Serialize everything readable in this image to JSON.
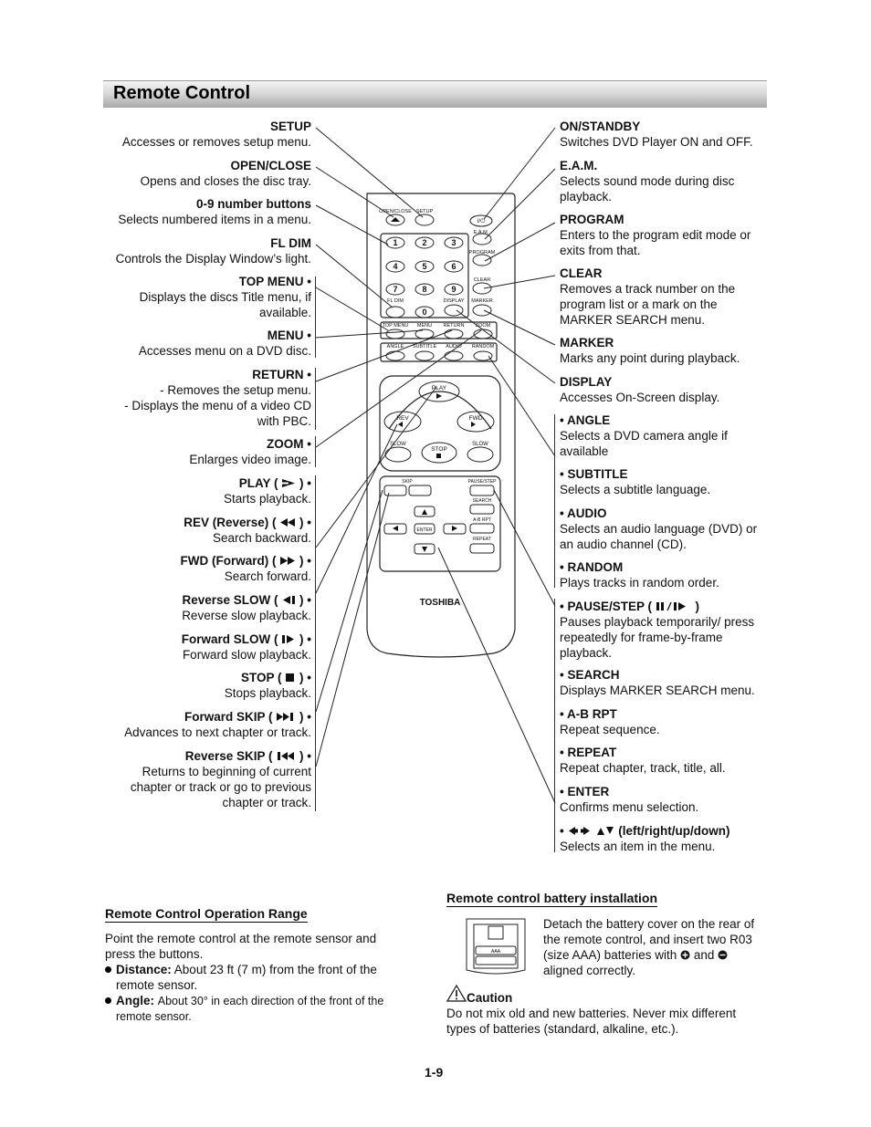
{
  "page_title": "Remote Control",
  "left_labels": [
    {
      "label": "SETUP",
      "lines": [
        "Accesses or removes setup menu."
      ]
    },
    {
      "label": "OPEN/CLOSE",
      "lines": [
        "Opens and closes the disc tray."
      ]
    },
    {
      "label": "0-9 number buttons",
      "lines": [
        "Selects numbered items in a menu."
      ]
    },
    {
      "label": "FL DIM",
      "lines": [
        "Controls the Display Window’s light."
      ]
    },
    {
      "label": "TOP MENU •",
      "lines": [
        "Displays the discs Title menu, if",
        "available."
      ]
    },
    {
      "label": "MENU •",
      "lines": [
        "Accesses menu on a DVD disc."
      ]
    },
    {
      "label": "RETURN •",
      "lines": [
        "- Removes the setup menu.",
        "- Displays the menu of a video CD",
        "with PBC."
      ]
    },
    {
      "label": "ZOOM •",
      "lines": [
        "Enlarges video image."
      ]
    },
    {
      "label_pre": "PLAY (",
      "label_post": ") •",
      "icon": "play-icon",
      "lines": [
        "Starts playback."
      ]
    },
    {
      "label_pre": "REV (Reverse) (",
      "label_post": ") •",
      "icon": "rewind-icon",
      "lines": [
        "Search backward."
      ]
    },
    {
      "label_pre": "FWD (Forward) (",
      "label_post": ") •",
      "icon": "fast-forward-icon",
      "lines": [
        "Search forward."
      ]
    },
    {
      "label_pre": "Reverse SLOW (",
      "label_post": ") •",
      "icon": "reverse-slow-icon",
      "lines": [
        "Reverse slow playback."
      ]
    },
    {
      "label_pre": "Forward SLOW (",
      "label_post": ") •",
      "icon": "forward-slow-icon",
      "lines": [
        "Forward slow playback."
      ]
    },
    {
      "label_pre": "STOP (",
      "label_post": ") •",
      "icon": "stop-icon",
      "lines": [
        "Stops playback."
      ]
    },
    {
      "label_pre": "Forward SKIP (",
      "label_post": ") •",
      "icon": "skip-forward-icon",
      "lines": [
        "Advances to next chapter or track."
      ]
    },
    {
      "label_pre": "Reverse SKIP (",
      "label_post": ") •",
      "icon": "skip-back-icon",
      "lines": [
        "Returns to beginning of current",
        "chapter or track or go to previous",
        "chapter or track."
      ]
    }
  ],
  "right_labels": [
    {
      "label": "ON/STANDBY",
      "lines": [
        "Switches DVD Player ON and OFF."
      ]
    },
    {
      "label": "E.A.M.",
      "lines": [
        "Selects sound mode during disc",
        "playback."
      ]
    },
    {
      "label": "PROGRAM",
      "lines": [
        "Enters to the program edit mode or",
        "exits from that."
      ]
    },
    {
      "label": "CLEAR",
      "lines": [
        "Removes a track number on the",
        "program list or a mark on the",
        "MARKER SEARCH menu."
      ]
    },
    {
      "label": "MARKER",
      "lines": [
        "Marks any point during playback."
      ]
    },
    {
      "label": "DISPLAY",
      "lines": [
        "Accesses On-Screen display."
      ]
    },
    {
      "label": "• ANGLE",
      "lines": [
        "Selects a DVD camera angle if",
        "available"
      ]
    },
    {
      "label": "• SUBTITLE",
      "lines": [
        "Selects a subtitle language."
      ]
    },
    {
      "label": "• AUDIO",
      "lines": [
        "Selects an audio language (DVD) or",
        "an audio channel (CD)."
      ]
    },
    {
      "label": "• RANDOM",
      "lines": [
        "Plays tracks in random order."
      ]
    },
    {
      "label_pre": "• PAUSE/STEP (",
      "label_post": ")",
      "icon": "pause-step-icon",
      "lines": [
        "Pauses playback temporarily/ press",
        "repeatedly for frame-by-frame",
        "playback."
      ]
    },
    {
      "label": "• SEARCH",
      "lines": [
        "Displays MARKER SEARCH menu."
      ]
    },
    {
      "label": "• A-B RPT",
      "lines": [
        "Repeat sequence."
      ]
    },
    {
      "label": "• REPEAT",
      "lines": [
        "Repeat chapter, track, title, all."
      ]
    },
    {
      "label": "• ENTER",
      "lines": [
        "Confirms menu selection."
      ]
    },
    {
      "label_pre": "•",
      "label_post": "(left/right/up/down)",
      "icon": "arrows-icon",
      "lines": [
        "Selects an item in the menu."
      ]
    }
  ],
  "remote": {
    "open_close": "OPEN/CLOSE",
    "setup": "SETUP",
    "power": "I/⏻",
    "eam": "E.A.M.",
    "program": "PROGRAM",
    "clear": "CLEAR",
    "fl_dim": "FL DIM",
    "display": "DISPLAY",
    "marker": "MARKER",
    "digits": [
      "1",
      "2",
      "3",
      "4",
      "5",
      "6",
      "7",
      "8",
      "9",
      "0"
    ],
    "menu_row": [
      "TOP MENU",
      "MENU",
      "RETURN",
      "ZOOM"
    ],
    "angle_row": [
      "ANGLE",
      "SUBTITLE",
      "AUDIO",
      "RANDOM"
    ],
    "play": "PLAY",
    "rev": "REV",
    "fwd": "FWD",
    "slow_left": "SLOW",
    "stop": "STOP",
    "slow_right": "SLOW",
    "skip": "SKIP",
    "pause_step": "PAUSE/STEP",
    "search": "SEARCH",
    "ab_rpt": "A-B RPT",
    "repeat": "REPEAT",
    "enter": "ENTER",
    "brand": "TOSHIBA"
  },
  "range_section": {
    "heading": "Remote Control Operation Range",
    "intro": [
      "Point the remote control at the remote sensor and",
      "press the buttons."
    ],
    "distance_label": "Distance:",
    "distance_text": [
      "About 23 ft (7 m) from the front of the",
      "remote sensor."
    ],
    "angle_label": "Angle:",
    "angle_text": [
      "About 30° in each direction of the front of the",
      "remote sensor."
    ]
  },
  "battery_section": {
    "heading": "Remote control battery installation",
    "text_lines": [
      "Detach the battery cover on the rear of",
      "the remote control, and insert two R03"
    ],
    "line3_pre": "(size AAA) batteries with",
    "line3_mid": "and",
    "line4": "aligned correctly.",
    "battery_label": "AAA",
    "caution_label": "Caution",
    "caution_lines": [
      "Do not mix old and new batteries. Never mix different",
      "types of batteries (standard, alkaline, etc.)."
    ]
  },
  "page_number": "1-9"
}
